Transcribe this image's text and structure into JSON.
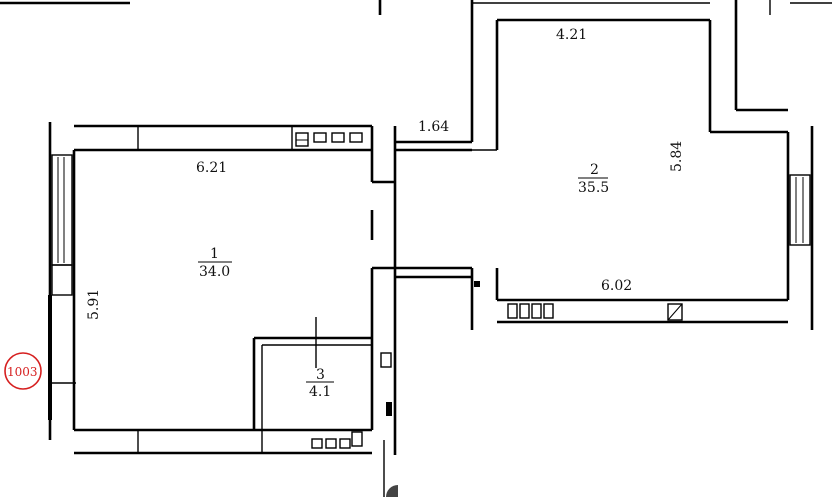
{
  "rooms": [
    {
      "number": "1",
      "area": "34.0"
    },
    {
      "number": "2",
      "area": "35.5"
    },
    {
      "number": "3",
      "area": "4.1"
    }
  ],
  "dimensions": {
    "room1_width": "6.21",
    "room1_height": "5.91",
    "room2_top": "4.21",
    "room2_height": "5.84",
    "room2_bottom": "6.02",
    "corridor": "1.64"
  },
  "marker": {
    "label": "1003",
    "color": "#d62020"
  }
}
